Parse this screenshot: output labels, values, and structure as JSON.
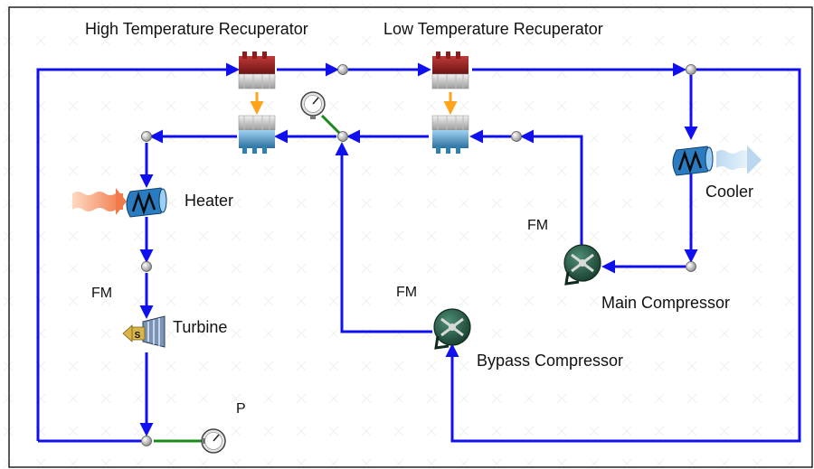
{
  "labels": {
    "htr": "High Temperature Recuperator",
    "ltr": "Low Temperature Recuperator",
    "heater": "Heater",
    "cooler": "Cooler",
    "turbine": "Turbine",
    "main_compressor": "Main Compressor",
    "bypass_compressor": "Bypass Compressor",
    "fm_left": "FM",
    "fm_middle": "FM",
    "fm_right": "FM",
    "p": "P",
    "turbine_badge": "S"
  },
  "colors": {
    "pipe": "#1010ee",
    "heat_transfer": "#ffa31a",
    "hot_side": "#8b1d1d",
    "cold_side": "#2f7fb0",
    "compressor": "#245a44",
    "signal_line": "#1a8a1a"
  }
}
